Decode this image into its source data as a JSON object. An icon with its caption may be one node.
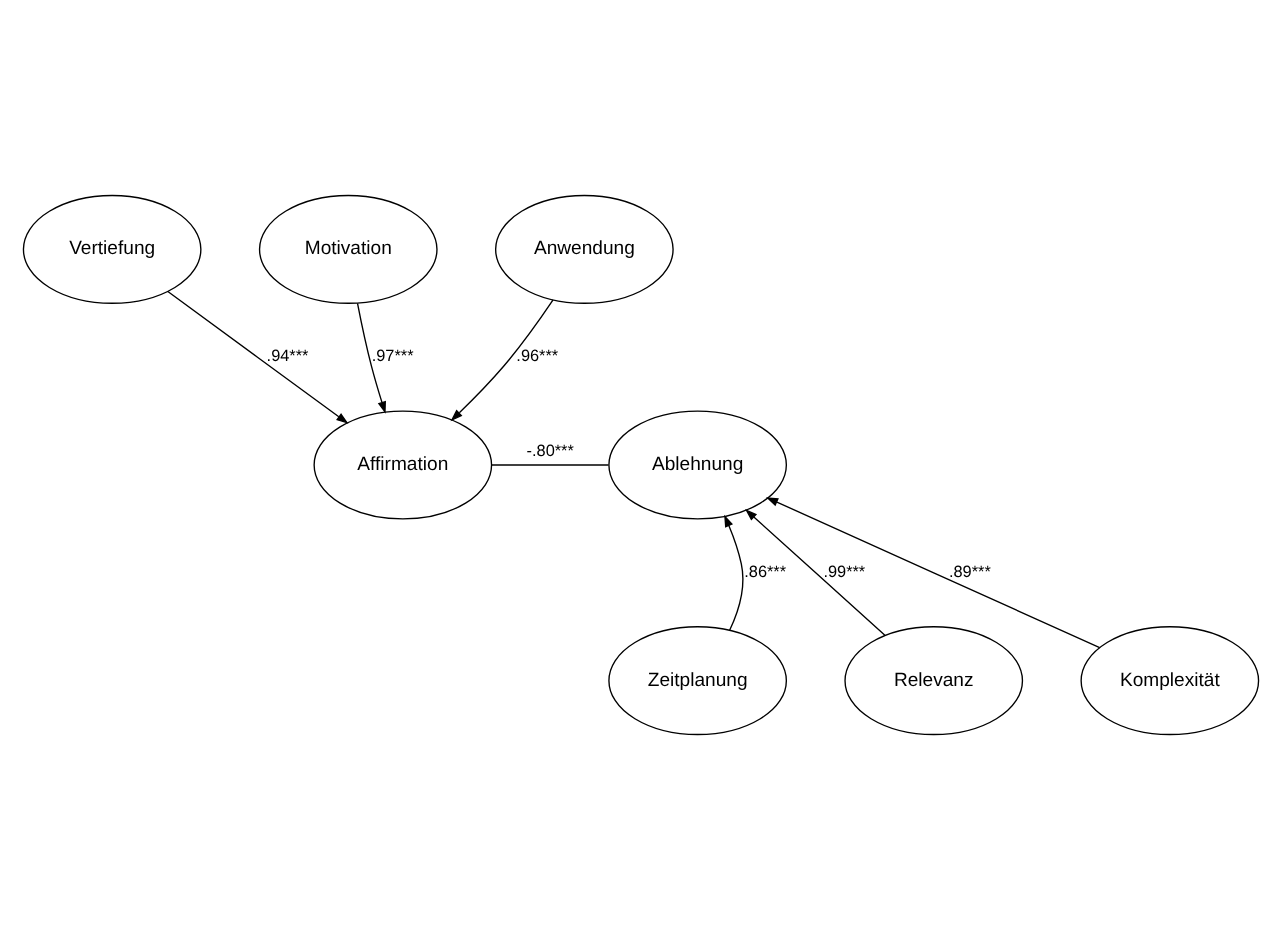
{
  "diagram": {
    "nodes": [
      {
        "text": [
          "Vertiefung"
        ]
      },
      {
        "text": [
          "Motivation"
        ]
      },
      {
        "text": [
          "Anwendung"
        ]
      },
      {
        "text": [
          "Affirmation"
        ]
      },
      {
        "text": [
          "Ablehnung"
        ]
      },
      {
        "text": [
          "Zeitplanung"
        ]
      },
      {
        "text": [
          "Relevanz"
        ]
      },
      {
        "text": [
          "Komplexität"
        ]
      }
    ],
    "edges": [
      {
        "from": 0,
        "to": 3,
        "arrow": "to",
        "label": ".94***"
      },
      {
        "from": 1,
        "to": 3,
        "arrow": "to",
        "label": ".97***"
      },
      {
        "from": 2,
        "to": 3,
        "arrow": "to",
        "label": ".96***"
      },
      {
        "from": 3,
        "to": 4,
        "arrow": "none",
        "label": "-.80***"
      },
      {
        "from": 5,
        "to": 4,
        "arrow": "to",
        "label": ".86***"
      },
      {
        "from": 6,
        "to": 4,
        "arrow": "to",
        "label": ".99***"
      },
      {
        "from": 7,
        "to": 4,
        "arrow": "to",
        "label": ".89***"
      }
    ]
  }
}
